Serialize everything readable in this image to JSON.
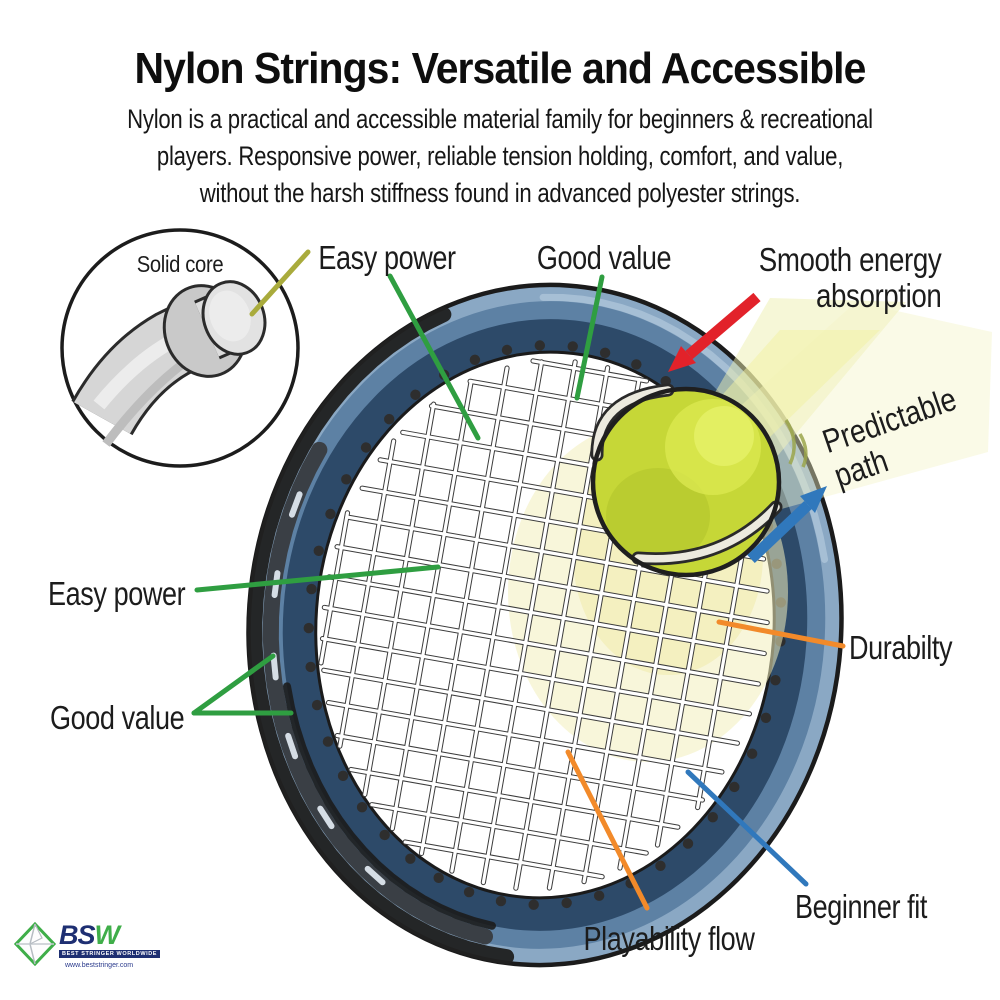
{
  "header": {
    "title": "Nylon Strings: Versatile and Accessible",
    "subtitle_line1": "Nylon is a practical and accessible material family for beginners & recreational",
    "subtitle_line2": "players. Responsive power, reliable tension holding, comfort, and value,",
    "subtitle_line3": "without the harsh stiffness found in advanced polyester strings."
  },
  "inset": {
    "label": "Solid core"
  },
  "callouts": {
    "easy_power_top": "Easy power",
    "good_value_top": "Good value",
    "smooth_energy_line1": "Smooth energy",
    "smooth_energy_line2": "absorption",
    "predictable_line1": "Predictable",
    "predictable_line2": "path",
    "easy_power_left": "Easy power",
    "good_value_left": "Good value",
    "durability": "Durabilty",
    "beginner_fit": "Beginner fit",
    "playability_flow": "Playability flow"
  },
  "logo": {
    "name_bs": "BS",
    "name_w": "W",
    "tagline": "BEST STRINGER WORLDWIDE",
    "url": "www.beststringer.com"
  },
  "colors": {
    "green": "#2f9e41",
    "orange": "#f28a2a",
    "blue": "#3078bc",
    "red": "#e2222a",
    "olive": "#a9ab3c",
    "frame_steel": "#5d81a4",
    "frame_light": "#8aa8c4",
    "frame_navy": "#2d4a69",
    "ball_yellow": "#c6d737",
    "beam_yellow": "#f2f0b0"
  }
}
